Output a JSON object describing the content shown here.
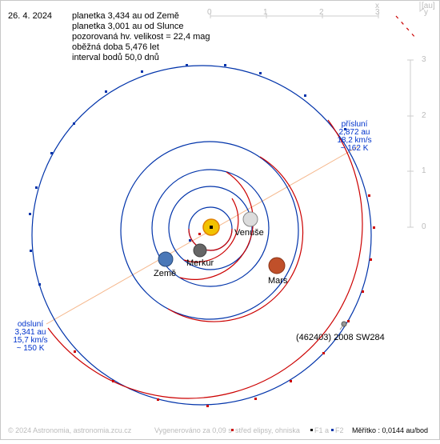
{
  "header": {
    "date": "26. 4. 2024",
    "info_lines": [
      "planetka 3,434 au od Země",
      "planetka 3,001 au od Slunce",
      "pozorovaná hv. velikost = 22,4 mag",
      "oběžná doba 5,476 let",
      "interval bodů 50,0 dnů"
    ]
  },
  "axes": {
    "unit_label": "[au]",
    "x_label": "x",
    "y_label": "y",
    "x_ticks": [
      "0",
      "1",
      "2",
      "3"
    ],
    "y_ticks": [
      "3",
      "2",
      "1",
      "0"
    ]
  },
  "bodies": {
    "venus": "Venuše",
    "mercury": "Merkur",
    "earth": "Země",
    "mars": "Mars",
    "asteroid": "(462403) 2008 SW284"
  },
  "perihelion": {
    "title": "přísluní",
    "distance": "2,872 au",
    "speed": "18,2 km/s",
    "temp": "~ 162 K"
  },
  "aphelion": {
    "title": "odsluní",
    "distance": "3,341 au",
    "speed": "15,7 km/s",
    "temp": "~ 150 K"
  },
  "footer": {
    "copyright": "© 2024 Astronomia, astronomia.zcu.cz",
    "generated": "Vygenerováno za 0,09 s",
    "center_legend": "střed elipsy, ohniska",
    "f1": "F1 a",
    "f2": "F2",
    "scale": "Měřítko : 0,0144 au/bod"
  },
  "colors": {
    "orbit_blue": "#0033aa",
    "orbit_red": "#cc0000",
    "apsis_line": "#f5b68a",
    "label_blue": "#0033cc",
    "sun": "#f2c200"
  }
}
